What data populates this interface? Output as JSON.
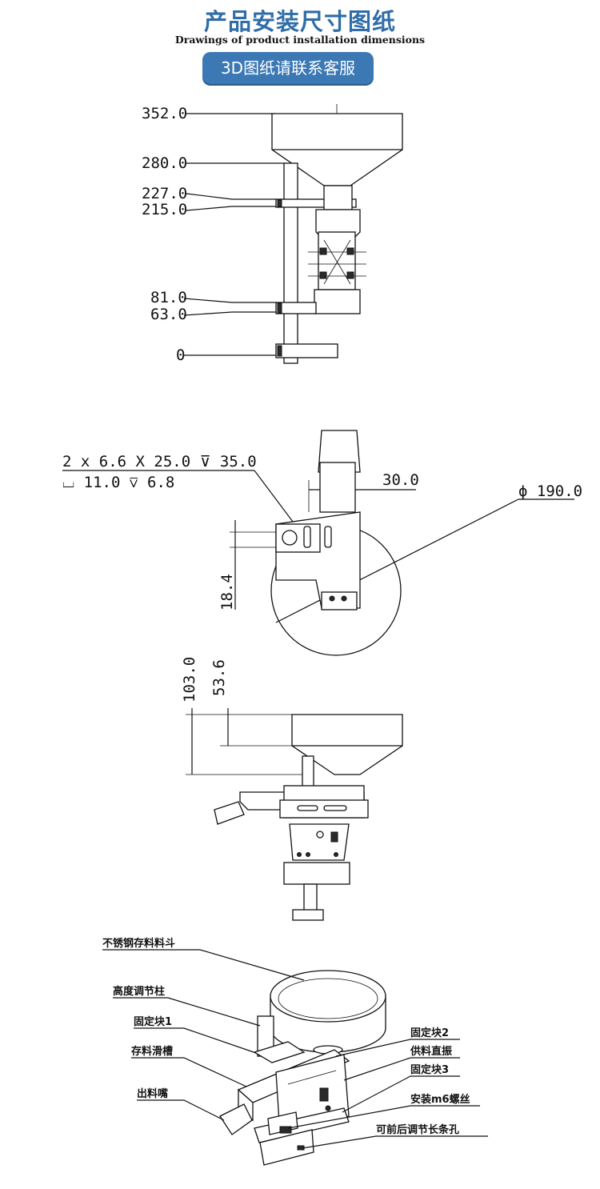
{
  "header": {
    "title": "产品安装尺寸图纸",
    "subtitle": "Drawings of product installation dimensions",
    "badge": "3D图纸请联系客服"
  },
  "front_view": {
    "dims": [
      "352.0",
      "280.0",
      "227.0",
      "215.0",
      "81.0",
      "63.0",
      "0"
    ]
  },
  "top_view": {
    "hole_spec_line1": "2 x 6.6 X 25.0 ⊽ 35.0",
    "hole_spec_line2": "⌴ 11.0   ⊽ 6.8",
    "dim_width": "30.0",
    "dim_diameter": "ϕ 190.0",
    "dim_offset": "18.4"
  },
  "side_view": {
    "dim_a": "103.0",
    "dim_b": "53.6"
  },
  "iso_view": {
    "labels": {
      "hopper": "不锈钢存料料斗",
      "height_post": "高度调节柱",
      "fix_block_1": "固定块1",
      "chute": "存料滑槽",
      "nozzle": "出料嘴",
      "fix_block_2": "固定块2",
      "vibrator": "供料直振",
      "fix_block_3": "固定块3",
      "screw": "安装m6螺丝",
      "slot": "可前后调节长条孔"
    }
  }
}
